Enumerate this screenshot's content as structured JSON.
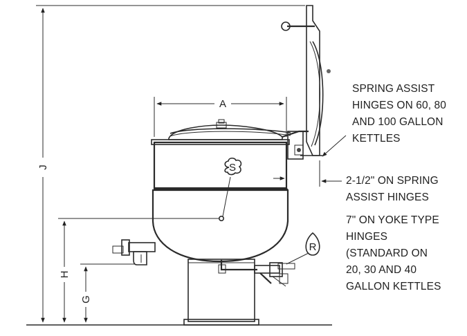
{
  "dimensions": {
    "A": "A",
    "J": "J",
    "H": "H",
    "G": "G"
  },
  "symbols": {
    "steam": "S",
    "drain": "R"
  },
  "notes": {
    "spring_assist": [
      "SPRING ASSIST",
      "HINGES ON 60, 80",
      "AND 100 GALLON",
      "KETTLES"
    ],
    "clearance": [
      "2-1/2\" ON SPRING",
      "ASSIST HINGES"
    ],
    "yoke": [
      "7\" ON YOKE TYPE",
      "HINGES",
      "(STANDARD ON",
      "20, 30 AND 40",
      "GALLON KETTLES"
    ]
  }
}
